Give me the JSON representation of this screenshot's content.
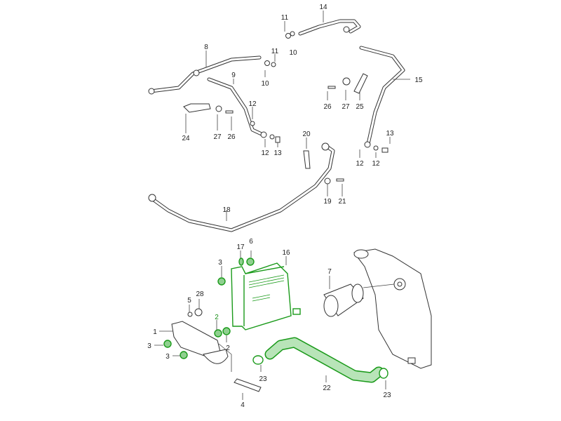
{
  "diagram": {
    "title_visible": false,
    "highlight_color": "#1a9a1a",
    "callouts": {
      "c14": "14",
      "c11a": "11",
      "c10a": "10",
      "c11b": "11",
      "c10b": "10",
      "c8": "8",
      "c9": "9",
      "c12a": "12",
      "c12b": "12",
      "c13a": "13",
      "c24": "24",
      "c27a": "27",
      "c26a": "26",
      "c15": "15",
      "c26b": "26",
      "c27b": "27",
      "c25": "25",
      "c20": "20",
      "c13b": "13",
      "c12c": "12",
      "c12d": "12",
      "c19": "19",
      "c21": "21",
      "c18": "18",
      "c17": "17",
      "c6": "6",
      "c16": "16",
      "c3a": "3",
      "c7": "7",
      "c28": "28",
      "c5": "5",
      "c2a": "2",
      "c2b": "2",
      "c1": "1",
      "c3b": "3",
      "c3c": "3",
      "c23a": "23",
      "c22": "22",
      "c23b": "23",
      "c4": "4"
    }
  }
}
